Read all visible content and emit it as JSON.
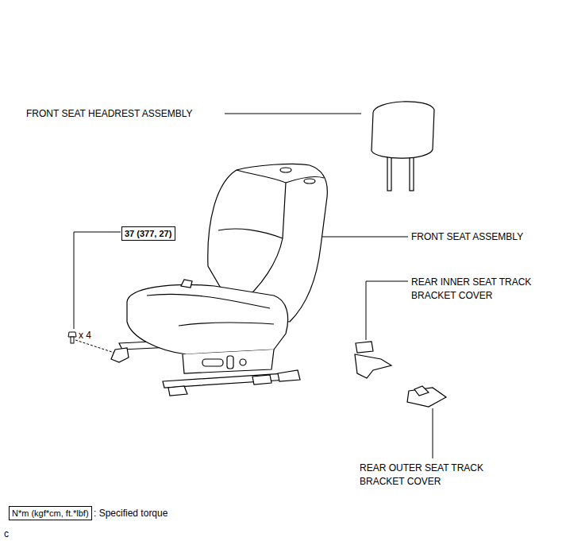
{
  "diagram": {
    "nodes": [
      {
        "text": [
          "37 (377, 27)"
        ]
      },
      {
        "text": [
          "N*m (kgf*cm, ft.*lbf)"
        ]
      }
    ],
    "labels": [
      "FRONT SEAT HEADREST ASSEMBLY",
      "FRONT SEAT ASSEMBLY",
      "REAR INNER SEAT TRACK BRACKET COVER",
      "REAR OUTER SEAT TRACK BRACKET COVER",
      "x 4",
      ": Specified torque",
      "c"
    ]
  }
}
